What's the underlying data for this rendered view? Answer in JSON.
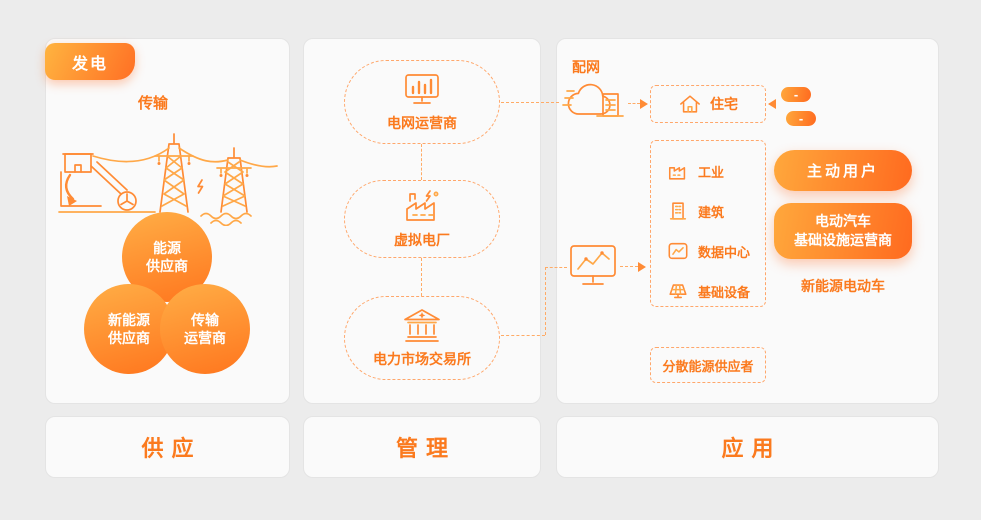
{
  "colors": {
    "accent": "#FB7A1E",
    "gradient_start": "#FFB440",
    "gradient_end": "#FF6A1F",
    "background": "#ECECEC",
    "panel": "#FAFAFA",
    "dashed_line": "#FFAB66"
  },
  "supply": {
    "badge": "发电",
    "transmission": "传输",
    "circles": [
      {
        "line1": "能源",
        "line2": "供应商"
      },
      {
        "line1": "新能源",
        "line2": "供应商"
      },
      {
        "line1": "传输",
        "line2": "运营商"
      }
    ],
    "footer": "供应"
  },
  "manage": {
    "nodes": [
      {
        "label": "电网运营商"
      },
      {
        "label": "虚拟电厂"
      },
      {
        "label": "电力市场交易所"
      }
    ],
    "footer": "管理"
  },
  "apply": {
    "grid_label": "配网",
    "residential": {
      "label": "住宅"
    },
    "pills": [
      {
        "label": "-"
      },
      {
        "label": "-"
      }
    ],
    "consumers": [
      {
        "label": "工业"
      },
      {
        "label": "建筑"
      },
      {
        "label": "数据中心"
      },
      {
        "label": "基础设备"
      }
    ],
    "active_user": "主动用户",
    "ev_operator": {
      "line1": "电动汽车",
      "line2": "基础设施运营商"
    },
    "ev_note": "新能源电动车",
    "distributed": "分散能源供应者",
    "footer": "应用"
  }
}
